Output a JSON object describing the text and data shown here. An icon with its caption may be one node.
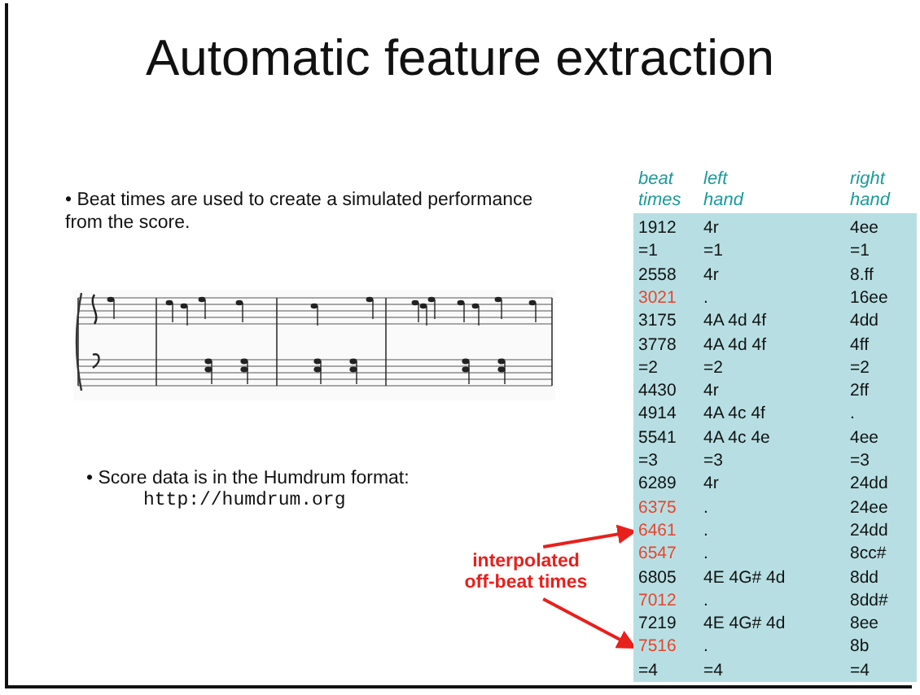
{
  "diagram": {
    "title": "Automatic feature extraction",
    "nodes": [
      {
        "text": [
          "interpolated off-beat times"
        ]
      },
      {
        "text": [],
        "shape": "box"
      },
      {
        "text": [],
        "shape": "box"
      }
    ],
    "edges": [
      {
        "from": 0,
        "to": 1,
        "arrow": "to"
      },
      {
        "from": 0,
        "to": 2,
        "arrow": "to"
      }
    ],
    "labels": [
      "• Beat times are used to create a simulated performance from the score.",
      "• Score data is in the Humdrum format:",
      "http://humdrum.org",
      "beat times",
      "left hand",
      "right hand",
      "1912",
      "4r",
      "4ee",
      "=1",
      "=1",
      "=1",
      "2558",
      "4r",
      "8.ff",
      "3021",
      ".",
      "16ee",
      "3175",
      "4A 4d 4f",
      "4dd",
      "3778",
      "4A 4d 4f",
      "4ff",
      "=2",
      "=2",
      "=2",
      "4430",
      "4r",
      "2ff",
      "4914",
      "4A 4c 4f",
      ".",
      "5541",
      "4A 4c 4e",
      "4ee",
      "=3",
      "=3",
      "=3",
      "6289",
      "4r",
      "24dd",
      "6375",
      ".",
      "24ee",
      "6461",
      ".",
      "24dd",
      "6547",
      ".",
      "8cc#",
      "6805",
      "4E 4G# 4d",
      "8dd",
      "7012",
      ".",
      "8dd#",
      "7219",
      "4E 4G# 4d",
      "8ee",
      "7516",
      ".",
      "8b",
      "=4",
      "=4",
      "=4"
    ]
  }
}
